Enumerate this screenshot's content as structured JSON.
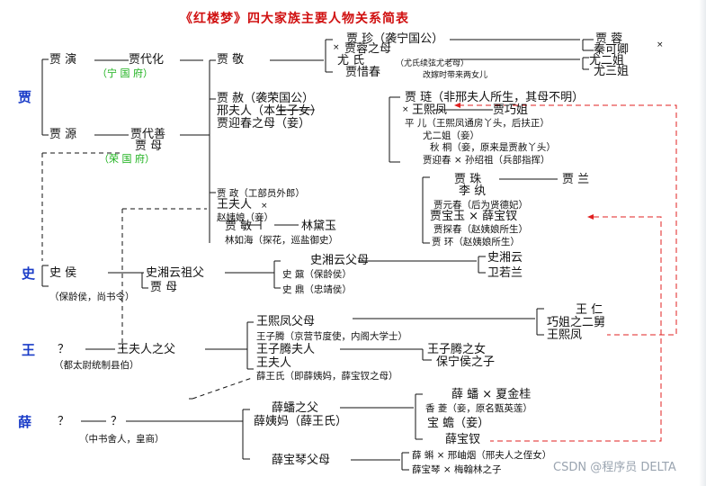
{
  "title": "《红楼梦》四大家族主要人物关系简表",
  "clans": {
    "jia": "贾",
    "shi": "史",
    "wang": "王",
    "xue": "薛"
  },
  "jia": {
    "jia_yan": "贾  演",
    "jia_daihua": "贾代化",
    "ningguo": "（宁 国 府）",
    "jia_jing": "贾  敬",
    "jia_zhen": "贾  珍（袭宁国公）",
    "jia_rong_wife": "贾蓉之母",
    "you_shi": "尤  氏",
    "you_shi_note": "（尤氏续弦尤老母）",
    "jia_xichun": "贾惜春",
    "xichun_note": "改嫁时带来两女儿",
    "jia_rong": "贾  蓉",
    "qin_keqing": "秦可卿",
    "you_erjie": "尤二姐",
    "you_sanjie": "尤三姐",
    "jia_yuan": "贾  源",
    "jia_daishan": "贾代善",
    "jia_mu": "贾  母",
    "rongguo": "（荣 国 府）",
    "jia_she": "贾  赦（袭荣国公）",
    "xing_furen": "邢夫人（本生子女）",
    "jia_yingchun_mother": "贾迎春之母（妾）",
    "jia_lian": "贾  琏（非邢夫人所生，其母不明）",
    "wang_xifeng": "王熙凤",
    "jia_qiaojie": "贾巧姐",
    "ping_er": "平  儿（王熙凤通房丫头，后扶正）",
    "you_erjie_2": "尤二姐（妾）",
    "qiu_tong": "秋  桐（妾，原来是贾赦丫头）",
    "yingchun_sun": "贾迎春 × 孙绍祖（兵部指挥）",
    "jia_zheng": "贾  政（工部员外郎）",
    "wang_furen": "王夫人",
    "zhao_yiniang": "赵姨娘（妾）",
    "jia_min": "贾  敏",
    "lin_daiyu": "林黛玉",
    "lin_ruhai": "林如海（探花，巡盐御史）",
    "jia_zhu": "贾  珠",
    "jia_lan": "贾  兰",
    "li_wan": "李  纨",
    "jia_yuanchun": "贾元春（后为贤德妃）",
    "baoyu_baochai": "贾宝玉 × 薛宝钗",
    "jia_tanchun": "贾探春（赵姨娘所生）",
    "jia_huan": "贾  环（赵姨娘所生）"
  },
  "shi": {
    "shi_hou": "史  侯",
    "shi_hou_note": "（保龄侯，尚书令）",
    "shi_xiangyun_grandfather": "史湘云祖父",
    "jia_mu_2": "贾  母",
    "shi_xiangyun_father": "史湘云父母",
    "shi_ding_baoling": "史  鼐（保龄侯）",
    "shi_ding": "史  鼎（忠靖侯）",
    "shi_xiangyun": "史湘云",
    "wei_ruolan": "卫若兰"
  },
  "wang": {
    "q": "？",
    "wang_furen_father": "王夫人之父",
    "wang_note": "（都太尉统制县伯）",
    "wang_xifeng_parents": "王熙凤父母",
    "wang_ziteng": "王子腾（京营节度使，内阁大学士）",
    "wang_ziteng_furen": "王子腾夫人",
    "wang_furen_2": "王夫人",
    "xue_wang_shi": "薛王氏（即薛姨妈，薛宝钗之母）",
    "wang_ren": "王  仁",
    "qiaojie_husband": "巧姐之二舅",
    "wang_xifeng_2": "王熙凤",
    "wang_ziteng_daughter": "王子腾之女",
    "baoning_son": "保宁侯之子"
  },
  "xue": {
    "q1": "？",
    "q2": "？",
    "xue_note": "（中书舍人，皇商）",
    "xue_pan_father": "薛蟠之父",
    "xue_yima": "薛姨妈（薛王氏）",
    "xue_pan": "薛  蟠 × 夏金桂",
    "xiang_ling": "香  菱（妾，原名甄英莲）",
    "bao_chan": "宝  蟾（妾）",
    "xue_baochai": "薛宝钗",
    "xue_baoqin_father": "薛宝琴父母",
    "xue_ke": "薛  蝌 × 邢岫烟（邢夫人之侄女）",
    "xue_baoqin": "薛宝琴 × 梅翰林之子"
  },
  "watermark": "CSDN @程序员 DELTA",
  "colors": {
    "title": "#d01010",
    "clan": "#1a3cc8",
    "fu": "#18b018",
    "marriage_link": "#e02020",
    "line": "#111111"
  }
}
